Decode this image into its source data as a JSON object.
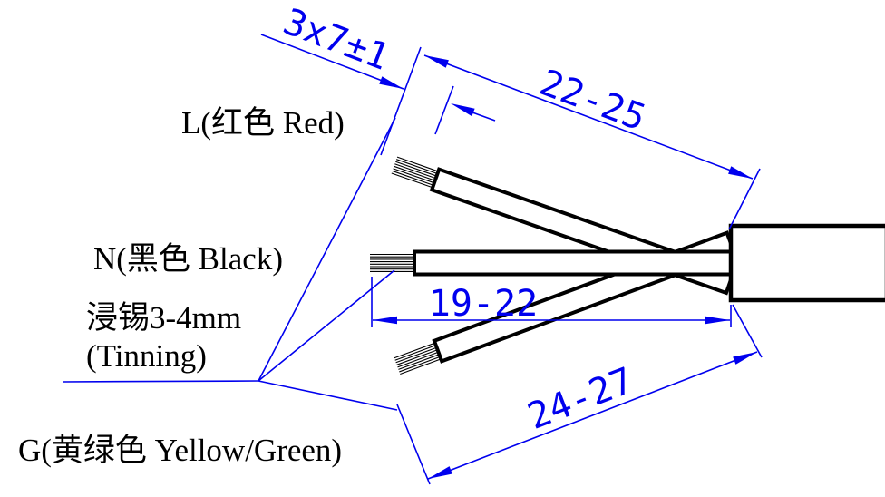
{
  "colors": {
    "dimension_blue": "#0000ee",
    "drawing_black": "#000000",
    "background": "#ffffff"
  },
  "labels": {
    "wire_l": "L(红色 Red)",
    "wire_n": "N(黑色 Black)",
    "tinning_line1": "浸锡3-4mm",
    "tinning_line2": "(Tinning)",
    "wire_g": "G(黄绿色 Yellow/Green)"
  },
  "dimensions": {
    "strip_length": "3x7±1",
    "wire_l_length": "22-25",
    "wire_n_length": "19-22",
    "wire_g_length": "24-27"
  }
}
